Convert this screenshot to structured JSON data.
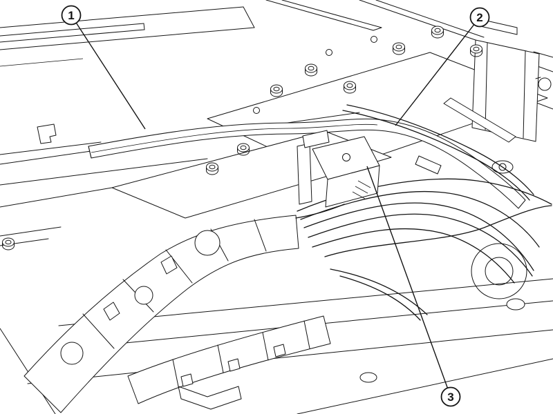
{
  "figure": {
    "background_color": "#ffffff",
    "line_color": "#141414",
    "callouts": [
      {
        "label": "1"
      },
      {
        "label": "2"
      },
      {
        "label": "3"
      }
    ]
  }
}
